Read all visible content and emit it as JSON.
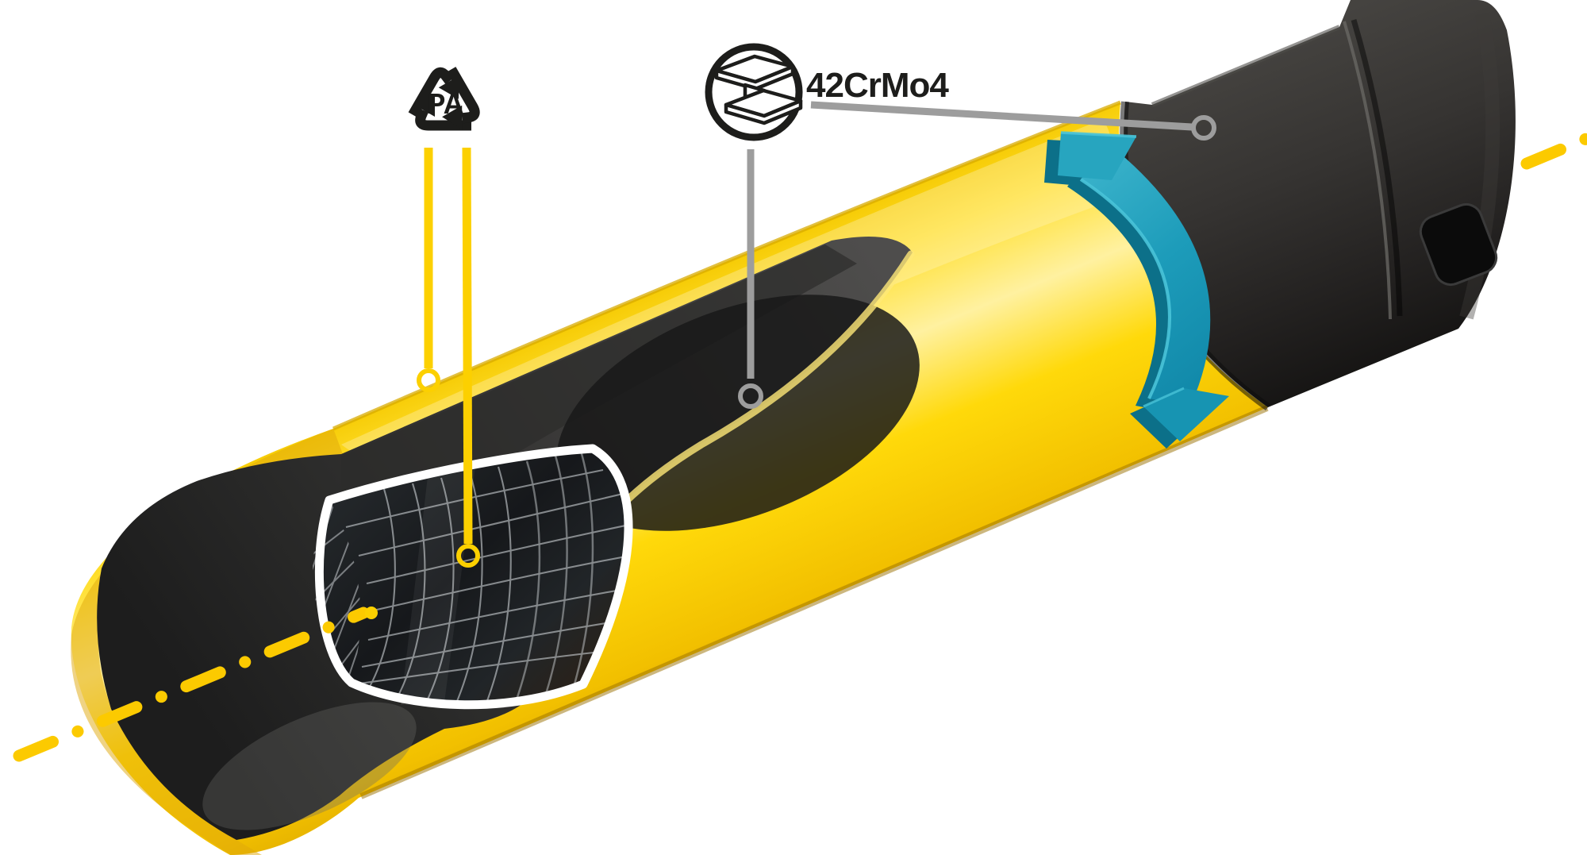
{
  "page": {
    "type": "product-cutaway-illustration",
    "subject": "impact socket with protective sleeve, cutaway view",
    "background": "#ffffff"
  },
  "labels": {
    "steel_grade": "42CrMo4",
    "sleeve_material": "PA"
  },
  "icons": {
    "pa_recycling_symbol": {
      "name": "recycling-triangle-icon",
      "label": "PA"
    },
    "steel_profile_symbol": {
      "name": "steel-ibeam-circle-icon",
      "caption": "42CrMo4"
    },
    "rotation_arrow": {
      "name": "rotation-arrow-icon"
    }
  },
  "colors": {
    "sleeve_yellow": "#fcd000",
    "sleeve_highlight": "#fff3b0",
    "steel_black": "#2d2c2a",
    "cutaway_gray": "#3c3b3a",
    "arrow_teal": "#1b9db8",
    "leader_gray": "#9d9d9d",
    "annotation_yellow": "#fccf00",
    "symbol_black": "#1d1d1b",
    "mesh_outline": "#ffffff"
  },
  "annotations": {
    "axis_line": {
      "style": "dash-dot",
      "color": "#fccf00",
      "segments": 2
    },
    "leaders": [
      {
        "id": "pa-to-sleeve-rim",
        "color": "#fccf00",
        "marker": "ring"
      },
      {
        "id": "pa-to-mesh-sleeve",
        "color": "#fccf00",
        "marker": "ring"
      },
      {
        "id": "steel-to-socket-body",
        "color": "#9d9d9d",
        "marker": "ring"
      },
      {
        "id": "steel-to-drive-end",
        "color": "#9d9d9d",
        "marker": "ring"
      }
    ],
    "center_dot": {
      "color": "#fccf00",
      "marker": "dot"
    }
  }
}
